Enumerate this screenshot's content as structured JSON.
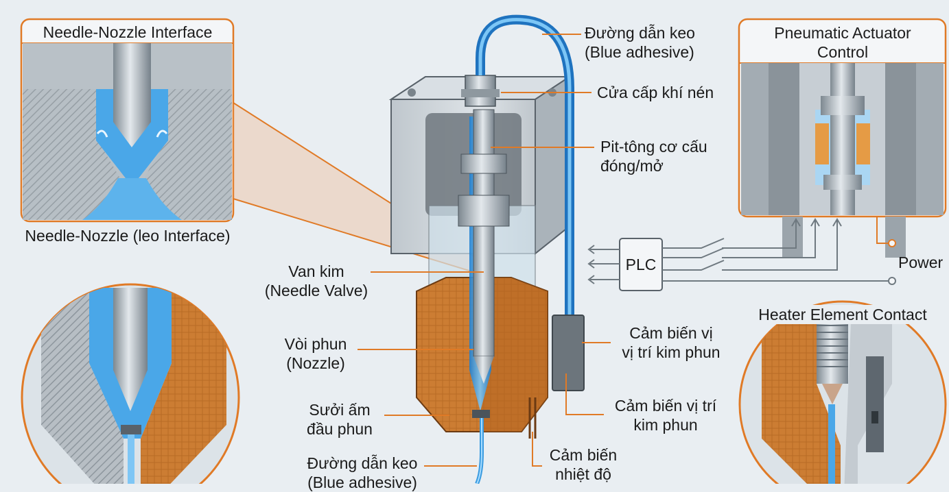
{
  "insets": {
    "top_left_title": "Needle-Nozzle Interface",
    "top_left_caption": "Needle-Nozzle (leo Interface)",
    "top_right_title_line1": "Pneumatic Actuator",
    "top_right_title_line2": "Control",
    "bottom_right_title": "Heater Element Contact"
  },
  "labels": {
    "adhesive_line_top_1": "Đường dẫn keo",
    "adhesive_line_top_2": "(Blue adhesive)",
    "air_inlet": "Cửa cấp khí nén",
    "piston_1": "Pit-tông cơ cấu",
    "piston_2": "đóng/mở",
    "needle_valve_1": "Van kim",
    "needle_valve_2": "(Needle Valve)",
    "nozzle_1": "Vòi phun",
    "nozzle_2": "(Nozzle)",
    "heater_1": "Sưởi ấm",
    "heater_2": "đầu phun",
    "adhesive_line_bottom_1": "Đường dẫn keo",
    "adhesive_line_bottom_2": "(Blue adhesive)",
    "sensor_a_1": "Cảm biến vị",
    "sensor_a_2": "vị trí kim phun",
    "sensor_b_1": "Cảm biến vị trí",
    "sensor_b_2": "kim phun",
    "temp_sensor_1": "Cảm biến",
    "temp_sensor_2": "nhiệt độ",
    "plc": "PLC",
    "power": "Power"
  },
  "colors": {
    "background": "#e9eef2",
    "leader_orange": "#e07a26",
    "adhesive_blue": "#3a9be0",
    "steel": "#a9b3bb",
    "heater_copper": "#c8772e",
    "housing_gray": "#c7ced4"
  }
}
